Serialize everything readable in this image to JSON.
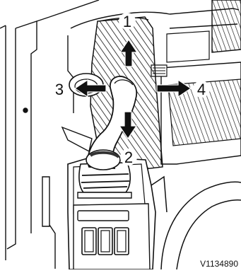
{
  "diagram": {
    "subject": "joystick-control-lever",
    "callouts": [
      {
        "label": "1",
        "direction": "up"
      },
      {
        "label": "2",
        "direction": "down"
      },
      {
        "label": "3",
        "direction": "left"
      },
      {
        "label": "4",
        "direction": "right"
      }
    ],
    "reference_code": "V1134890",
    "colors": {
      "line": "#111111",
      "background": "#ffffff",
      "knob_band": "#333333"
    }
  }
}
